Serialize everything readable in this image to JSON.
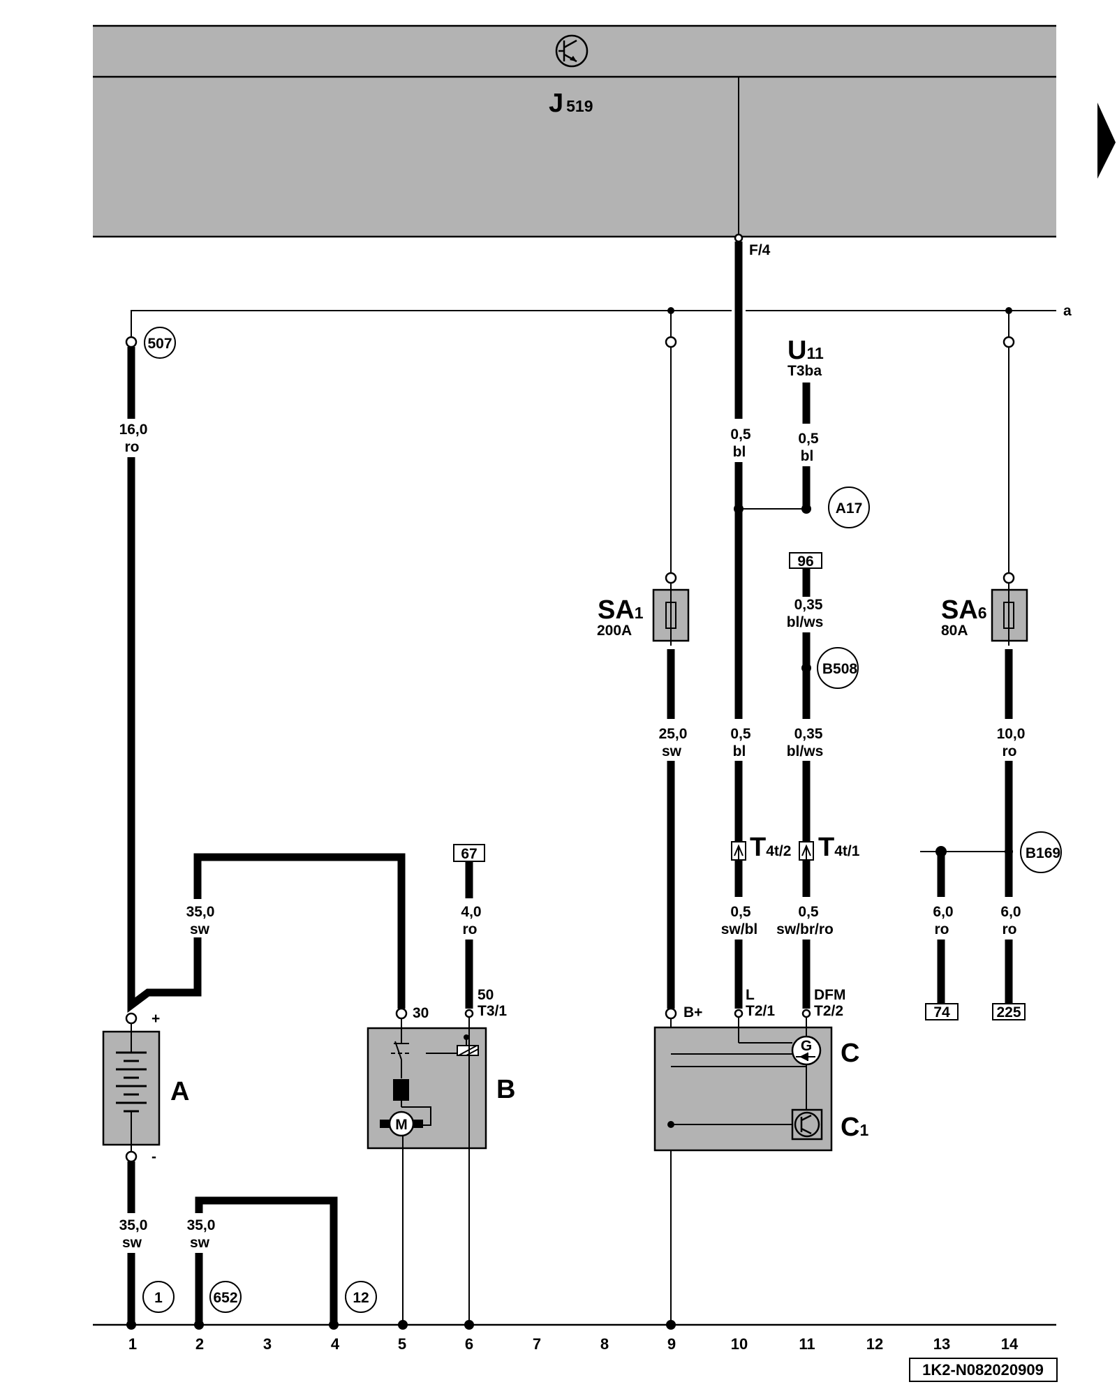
{
  "control_unit": {
    "name_main": "J",
    "name_sub": "519",
    "pin": "F/4"
  },
  "rail": {
    "label": "a"
  },
  "battery": {
    "label": "A",
    "plus": "+",
    "minus": "-"
  },
  "starter": {
    "label": "B",
    "motor": "M",
    "pin30": "30",
    "pin50": "50",
    "pin50_conn": "T3/1"
  },
  "alternator": {
    "label": "C",
    "regulator_main": "C",
    "regulator_sub": "1",
    "generator": "G",
    "pin_b": "B+",
    "pin_l": "L",
    "pin_l_conn": "T2/1",
    "pin_dfm": "DFM",
    "pin_dfm_conn": "T2/2"
  },
  "u11": {
    "main": "U",
    "sub": "11",
    "conn": "T3ba"
  },
  "fuse_sa1": {
    "main": "SA",
    "sub": "1",
    "rating": "200A"
  },
  "fuse_sa6": {
    "main": "SA",
    "sub": "6",
    "rating": "80A"
  },
  "connectors": {
    "t4t2_main": "T",
    "t4t2_sub": "4t/2",
    "t4t1_main": "T",
    "t4t1_sub": "4t/1"
  },
  "wires": {
    "w1": {
      "size": "16,0",
      "color": "ro"
    },
    "w2": {
      "size": "35,0",
      "color": "sw"
    },
    "w3": {
      "size": "35,0",
      "color": "sw"
    },
    "w4": {
      "size": "35,0",
      "color": "sw"
    },
    "w5": {
      "size": "4,0",
      "color": "ro"
    },
    "w6": {
      "size": "25,0",
      "color": "sw"
    },
    "w7": {
      "size": "0,5",
      "color": "bl"
    },
    "w8": {
      "size": "0,5",
      "color": "bl"
    },
    "w9": {
      "size": "0,5",
      "color": "sw/bl"
    },
    "w10": {
      "size": "0,5",
      "color": "bl"
    },
    "w11": {
      "size": "0,35",
      "color": "bl/ws"
    },
    "w12": {
      "size": "0,35",
      "color": "bl/ws"
    },
    "w13": {
      "size": "0,5",
      "color": "sw/br/ro"
    },
    "w14": {
      "size": "10,0",
      "color": "ro"
    },
    "w15": {
      "size": "6,0",
      "color": "ro"
    },
    "w16": {
      "size": "6,0",
      "color": "ro"
    }
  },
  "ground_points": {
    "g1": "1",
    "g652": "652",
    "g12": "12"
  },
  "connection_points": {
    "c507": "507",
    "a17": "A17",
    "b508": "B508",
    "b169": "B169"
  },
  "ref_boxes": {
    "r67": "67",
    "r96": "96",
    "r74": "74",
    "r225": "225"
  },
  "track_numbers": [
    "1",
    "2",
    "3",
    "4",
    "5",
    "6",
    "7",
    "8",
    "9",
    "10",
    "11",
    "12",
    "13",
    "14"
  ],
  "diagram_id": "1K2-N082020909"
}
